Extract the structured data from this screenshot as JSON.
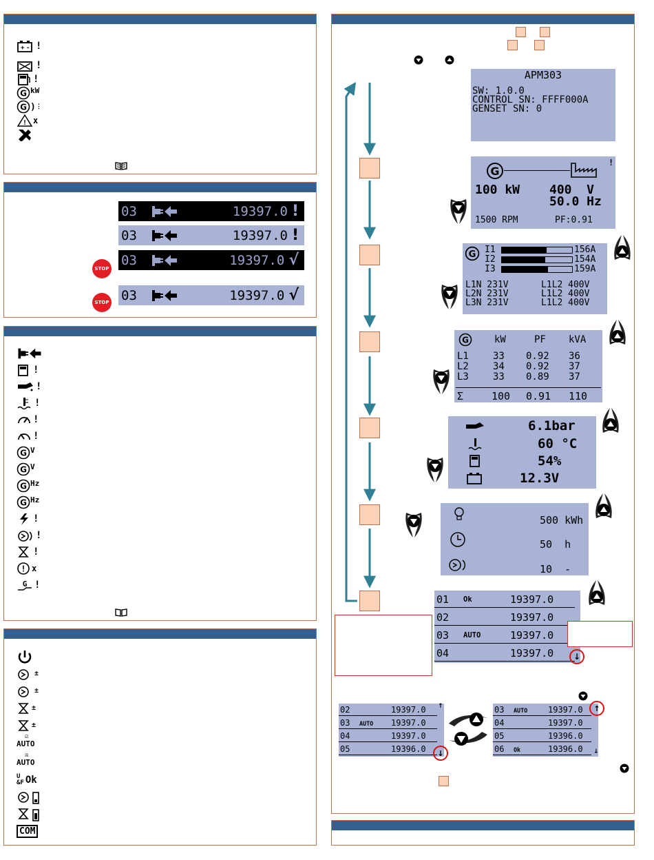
{
  "panel_a_icons": [
    "+-!",
    "X!",
    "fuel!",
    "G kW",
    "G )",
    "!x",
    "tools"
  ],
  "list_row": {
    "num": "03",
    "value": "19397.0"
  },
  "stop_label": "STOP",
  "panel_c_icon_labels": [
    "V",
    "V",
    "Hz",
    "Hz"
  ],
  "panel_d_labels": {
    "auto1": "AUTO",
    "auto2": "AUTO",
    "ok": "Ok",
    "com": "COM"
  },
  "screens": {
    "info": {
      "title": "APM303",
      "sw": "SW: 1.0.0",
      "control_sn": "CONTROL SN: FFFF000A",
      "genset_sn": "GENSET SN: 0"
    },
    "main": {
      "kw": "100 kW",
      "volt": "400  V",
      "hz": "50.0 Hz",
      "rpm": "1500 RPM",
      "pf": "PF:0.91"
    },
    "currents": {
      "rows": [
        {
          "label": "I1",
          "value": "156A",
          "fill": 0.64
        },
        {
          "label": "I2",
          "value": "154A",
          "fill": 0.62
        },
        {
          "label": "I3",
          "value": "159A",
          "fill": 0.66
        }
      ],
      "voltages": [
        {
          "a": "L1N 231V",
          "b": "L1L2 400V"
        },
        {
          "a": "L2N 231V",
          "b": "L1L2 400V"
        },
        {
          "a": "L3N 231V",
          "b": "L1L2 400V"
        }
      ]
    },
    "power": {
      "headers": [
        "kW",
        "PF",
        "kVA"
      ],
      "rows": [
        {
          "label": "L1",
          "kw": "33",
          "pf": "0.92",
          "kva": "36"
        },
        {
          "label": "L2",
          "kw": "34",
          "pf": "0.92",
          "kva": "37"
        },
        {
          "label": "L3",
          "kw": "33",
          "pf": "0.89",
          "kva": "37"
        }
      ],
      "total": {
        "label": "Σ",
        "kw": "100",
        "pf": "0.91",
        "kva": "110"
      }
    },
    "engine": {
      "oil": "6.1bar",
      "temp": "60 °C",
      "fuel": "54%",
      "battery": "12.3V"
    },
    "counters": {
      "energy": "500 kWh",
      "hours": "50  h",
      "starts": "10  -"
    },
    "history": {
      "rows": [
        {
          "num": "01",
          "icon": "Ok",
          "value": "19397.0"
        },
        {
          "num": "02",
          "icon": "",
          "value": "19397.0"
        },
        {
          "num": "03",
          "icon": "AUTO",
          "value": "19397.0"
        },
        {
          "num": "04",
          "icon": "",
          "value": "19397.0"
        }
      ]
    }
  },
  "scroll_left": {
    "rows": [
      {
        "num": "02",
        "icon": "",
        "value": "19397.0"
      },
      {
        "num": "03",
        "icon": "AUTO",
        "value": "19397.0"
      },
      {
        "num": "04",
        "icon": "",
        "value": "19397.0"
      },
      {
        "num": "05",
        "icon": "",
        "value": "19396.0"
      }
    ]
  },
  "scroll_right": {
    "rows": [
      {
        "num": "03",
        "icon": "AUTO",
        "value": "19397.0"
      },
      {
        "num": "04",
        "icon": "",
        "value": "19397.0"
      },
      {
        "num": "05",
        "icon": "",
        "value": "19396.0"
      },
      {
        "num": "06",
        "icon": "Ok",
        "value": "19396.0"
      }
    ]
  },
  "colors": {
    "header_bar": "#355f8c",
    "lcd": "#a9b3d6",
    "flow": "#2f7f95",
    "step": "#fbd2b6",
    "border": "#b8724f"
  }
}
